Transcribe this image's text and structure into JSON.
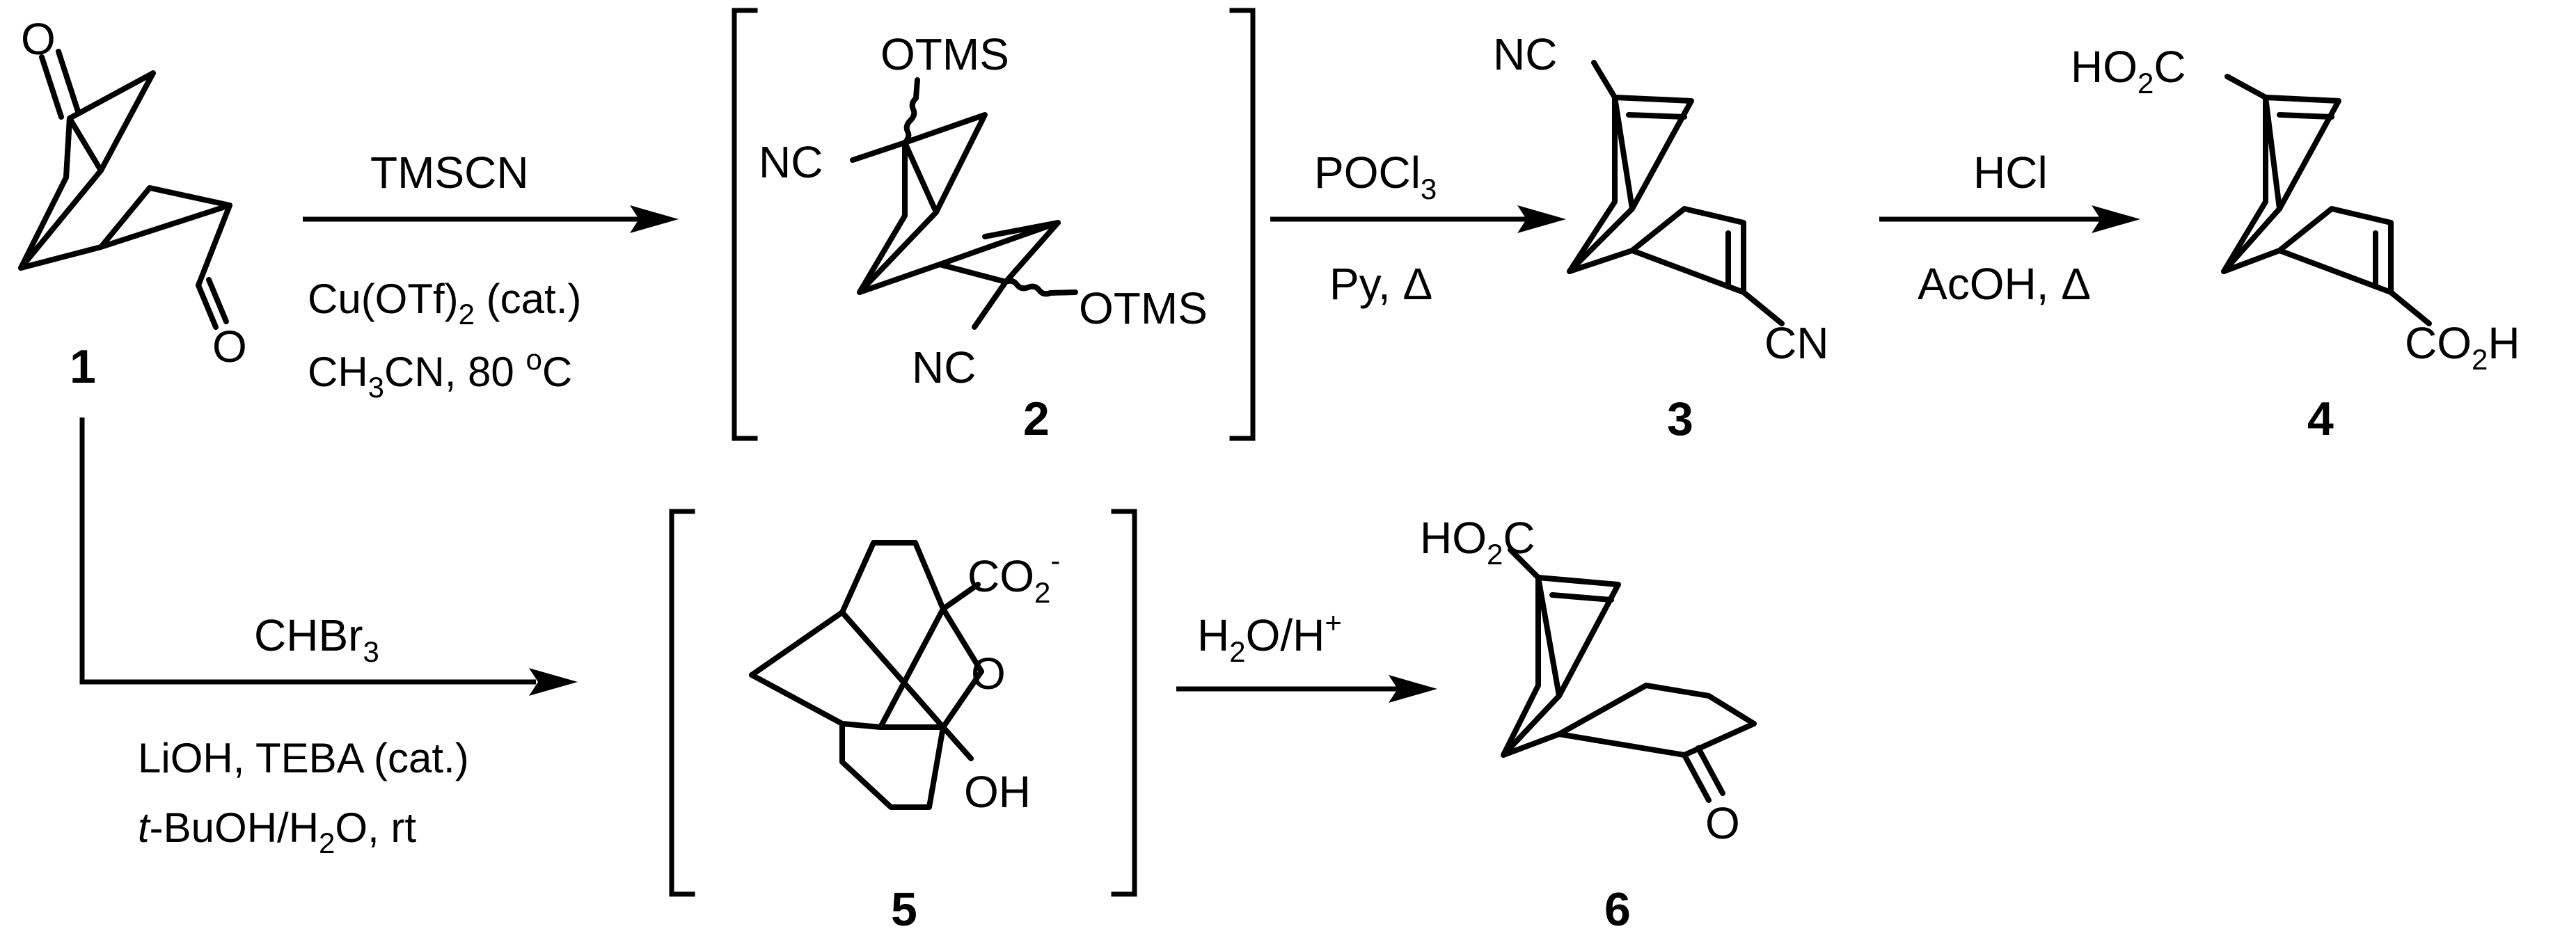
{
  "compounds": {
    "c1": {
      "number": "1"
    },
    "c2": {
      "number": "2",
      "labels": {
        "otms_top": "OTMS",
        "nc_left": "NC",
        "otms_right": "OTMS",
        "nc_bottom": "NC"
      }
    },
    "c3": {
      "number": "3",
      "labels": {
        "nc_top": "NC",
        "cn_bottom": "CN"
      }
    },
    "c4": {
      "number": "4",
      "labels": {
        "top_acid": {
          "a": "HO",
          "b": "2",
          "c": "C"
        },
        "bottom_acid": {
          "a": "CO",
          "b": "2",
          "c": "H"
        }
      }
    },
    "c5": {
      "number": "5",
      "labels": {
        "carboxylate": {
          "a": "CO",
          "b": "2",
          "c": "-"
        },
        "ring_o": "O",
        "oh": "OH"
      }
    },
    "c6": {
      "number": "6",
      "labels": {
        "acid": {
          "a": "HO",
          "b": "2",
          "c": "C"
        },
        "ketone_o": "O"
      }
    }
  },
  "atoms": {
    "o": "O"
  },
  "arrows": {
    "a1": {
      "above": "TMSCN",
      "below1": {
        "a": "Cu(OTf)",
        "b": "2",
        "c": " (cat.)"
      },
      "below2": {
        "a": "CH",
        "b": "3",
        "c": "CN, 80 ",
        "d": "o",
        "e": "C"
      }
    },
    "a2": {
      "above": {
        "a": "POCl",
        "b": "3"
      },
      "below": "Py, Δ"
    },
    "a3": {
      "above": "HCl",
      "below": "AcOH, Δ"
    },
    "a4": {
      "above": {
        "a": "CHBr",
        "b": "3"
      },
      "below1": "LiOH, TEBA (cat.)",
      "below2": {
        "a": "t",
        "b": "-BuOH/H",
        "c": "2",
        "d": "O, rt"
      }
    },
    "a5": {
      "above": {
        "a": "H",
        "b": "2",
        "c": "O/H",
        "d": "+"
      }
    }
  }
}
